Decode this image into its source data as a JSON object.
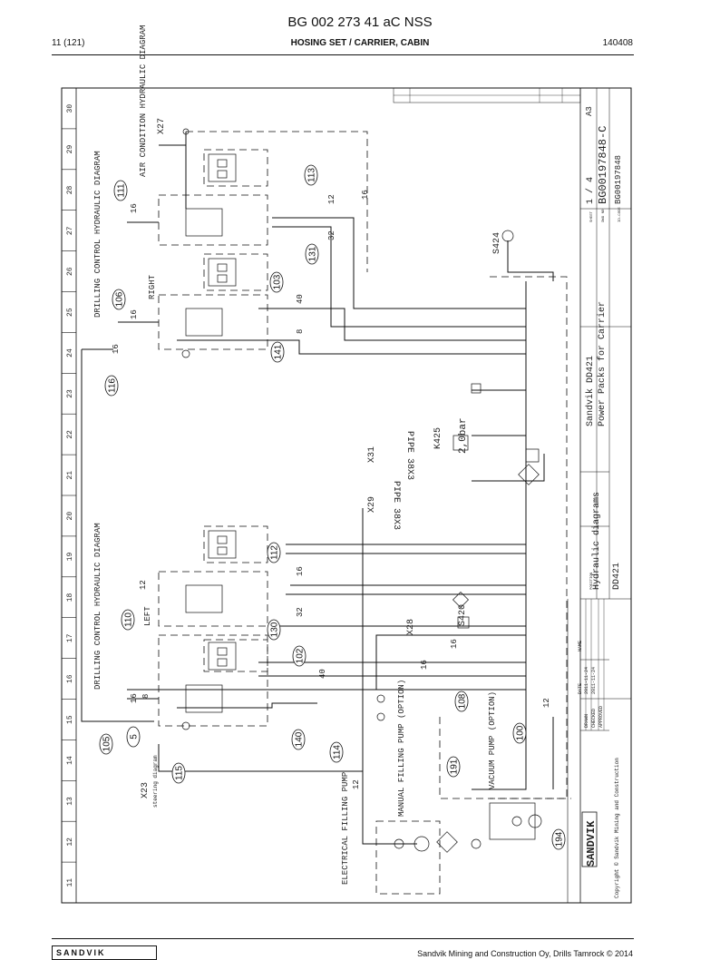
{
  "header": {
    "title": "BG 002 273 41 aC NSS",
    "page": "11 (121)",
    "section": "HOSING SET / CARRIER, CABIN",
    "doc_code": "140408"
  },
  "footer": {
    "logo": "SANDVIK",
    "company": "Sandvik Mining and Construction Oy, Drills Tamrock © 2014"
  },
  "drawing": {
    "grid_numbers": [
      "30",
      "29",
      "28",
      "27",
      "26",
      "25",
      "24",
      "23",
      "22",
      "21",
      "20",
      "19",
      "18",
      "17",
      "16",
      "15",
      "14",
      "13",
      "12",
      "11"
    ],
    "labels": {
      "air_condition": "AIR CONDITION HYDRAULIC DIAGRAM",
      "x27": "X27",
      "drilling_control_right": "DRILLING CONTROL HYDRAULIC DIAGRAM",
      "right": "RIGHT",
      "drilling_control_left": "DRILLING CONTROL HYDRAULIC DIAGRAM",
      "left": "LEFT",
      "x23": "X23",
      "steering": "steering diagram",
      "manual_pump": "MANUAL FILLING PUMP (OPTION)",
      "electrical_pump": "ELECTRICAL FILLING PUMP",
      "vacuum_pump": "VACUUM PUMP (OPTION)",
      "x28": "X28",
      "x29": "X29",
      "x31": "X31",
      "pipe1": "PIPE 38X3",
      "pipe2": "PIPE 38X3",
      "k425": "K425",
      "k425_val": "2,0bar",
      "s424": "S424",
      "s420": "S420"
    },
    "callouts": [
      "111",
      "113",
      "106",
      "103",
      "131",
      "141",
      "116",
      "112",
      "110",
      "130",
      "102",
      "105",
      "5",
      "140",
      "115",
      "114",
      "191",
      "108",
      "100",
      "194"
    ],
    "title_block": {
      "product": "Sandvik DD421",
      "description": "Power Packs for Carrier",
      "diagram_type": "Hydraulic diagrams",
      "model": "DD421",
      "sheet": "1 / 4",
      "drawing_no": "BG00197848-C",
      "drawing_no_small": "BG00197848",
      "size": "A3",
      "brand": "SANDVIK",
      "copyright": "Copyright © Sandvik Mining and Construction",
      "row_labels": [
        "DRAWN",
        "CHECKED",
        "APPROVED"
      ],
      "row_dates": [
        "2011-11-24",
        "2011-11-24",
        ""
      ],
      "sheet_label": "SHEET",
      "dwg_label": "DWG NO",
      "id_label": "ID-CODE",
      "date_label": "DATE",
      "name_label": "NAME",
      "position_label": "POSITION"
    },
    "line_numbers": [
      "16",
      "12",
      "16",
      "32",
      "16",
      "40",
      "8",
      "16",
      "12",
      "16",
      "32",
      "16",
      "40",
      "8",
      "12",
      "16",
      "16",
      "12"
    ]
  }
}
